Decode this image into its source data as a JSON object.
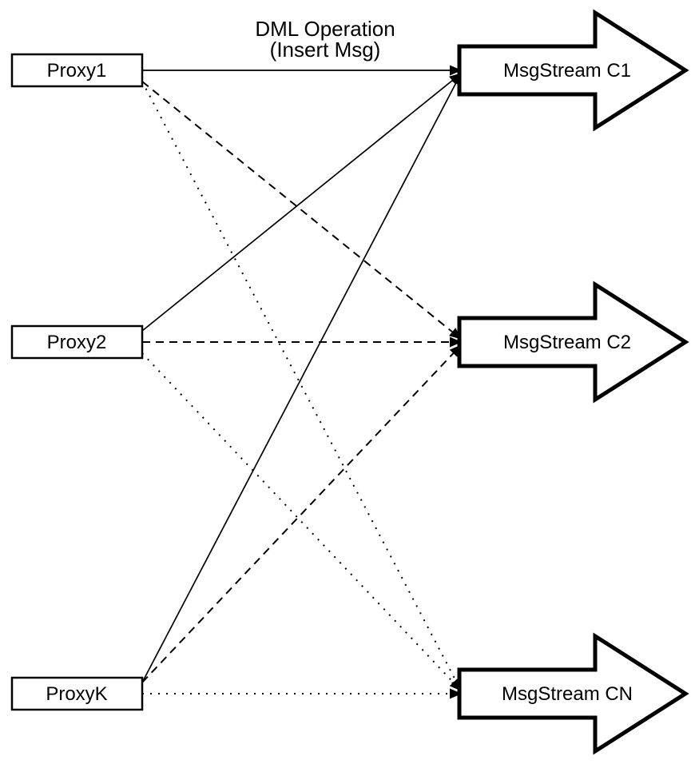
{
  "diagram": {
    "type": "topology",
    "annotation": {
      "line1": "DML Operation",
      "line2": "(Insert Msg)"
    },
    "proxies": [
      {
        "id": "proxy1",
        "label": "Proxy1"
      },
      {
        "id": "proxy2",
        "label": "Proxy2"
      },
      {
        "id": "proxyK",
        "label": "ProxyK"
      }
    ],
    "streams": [
      {
        "id": "c1",
        "label": "MsgStream C1"
      },
      {
        "id": "c2",
        "label": "MsgStream C2"
      },
      {
        "id": "cn",
        "label": "MsgStream CN"
      }
    ],
    "edges": [
      {
        "from": "proxy1",
        "to": "c1",
        "style": "solid"
      },
      {
        "from": "proxy2",
        "to": "c1",
        "style": "solid"
      },
      {
        "from": "proxyK",
        "to": "c1",
        "style": "solid"
      },
      {
        "from": "proxy1",
        "to": "c2",
        "style": "dashed"
      },
      {
        "from": "proxy2",
        "to": "c2",
        "style": "dashed"
      },
      {
        "from": "proxyK",
        "to": "c2",
        "style": "dashed"
      },
      {
        "from": "proxy1",
        "to": "cn",
        "style": "dotted"
      },
      {
        "from": "proxy2",
        "to": "cn",
        "style": "dotted"
      },
      {
        "from": "proxyK",
        "to": "cn",
        "style": "dotted"
      }
    ],
    "colors": {
      "stroke": "#000000",
      "fill": "#ffffff",
      "background": "#ffffff"
    }
  }
}
